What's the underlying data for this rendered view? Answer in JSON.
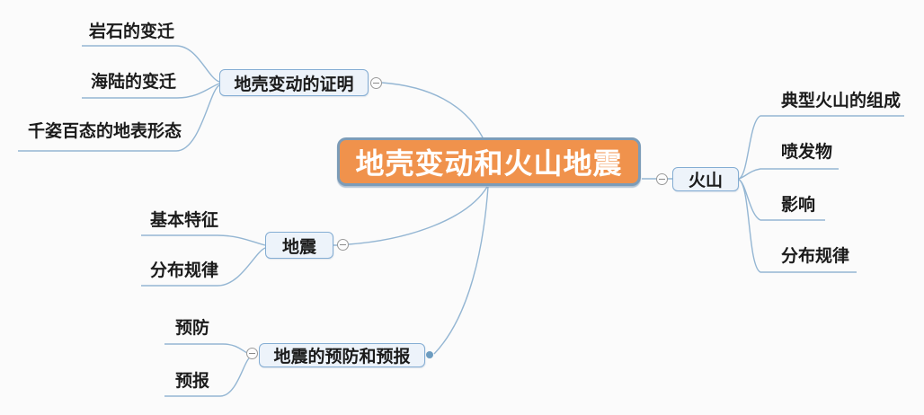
{
  "central": {
    "label": "地壳变动和火山地震"
  },
  "branches": [
    {
      "id": "crust-proof",
      "label": "地壳变动的证明",
      "side": "upper-left",
      "toggle_state": "expanded-minus",
      "children": [
        "岩石的变迁",
        "海陆的变迁",
        "千姿百态的地表形态"
      ]
    },
    {
      "id": "volcano",
      "label": "火山",
      "side": "right",
      "toggle_state": "expanded-minus",
      "children": [
        "典型火山的组成",
        "喷发物",
        "影响",
        "分布规律"
      ]
    },
    {
      "id": "earthquake",
      "label": "地震",
      "side": "left",
      "toggle_state": "expanded-minus",
      "children": [
        "基本特征",
        "分布规律"
      ]
    },
    {
      "id": "prevention",
      "label": "地震的预防和预报",
      "side": "lower-left",
      "toggle_state": "expanded-minus",
      "children": [
        "预防",
        "预报"
      ]
    }
  ],
  "colors": {
    "background": "#FBFBFB",
    "central_fill": "#F0924C",
    "central_border": "#7C9CB8",
    "central_text": "#FFFFFF",
    "topic_fill": "#EDF3FA",
    "topic_border": "#84ADD3",
    "connector_line": "#94B6D3",
    "topic_text": "#1B1B1B",
    "toggle_border": "#9A9A9A",
    "anchor_dot": "#6D9CC0"
  },
  "icons": {
    "toggle": "minus-circle-icon",
    "anchor": "connection-dot"
  }
}
